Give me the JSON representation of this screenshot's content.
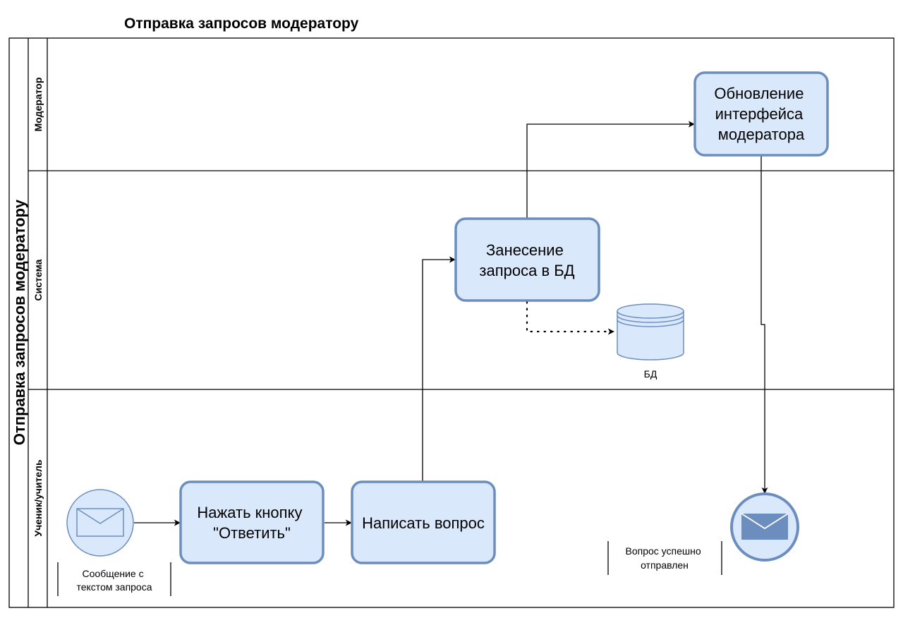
{
  "title": "Отправка запросов модератору",
  "pool": {
    "label": "Отправка запросов модератору"
  },
  "lanes": {
    "moderator": "Модератор",
    "system": "Система",
    "student": "Ученик/учитель"
  },
  "tasks": {
    "update_ui": [
      "Обновление",
      "интерфейса",
      "модератора"
    ],
    "store_request": [
      "Занесение",
      "запроса в БД"
    ],
    "press_reply": [
      "Нажать кнопку",
      "\"Ответить\""
    ],
    "write_question": [
      "Написать вопрос"
    ]
  },
  "datastore": {
    "label": "БД"
  },
  "events": {
    "start_annotation": [
      "Сообщение с",
      "текстом запроса"
    ],
    "end_annotation": [
      "Вопрос успешно",
      "отправлен"
    ]
  },
  "colors": {
    "task_fill": "#dae8fc",
    "task_stroke": "#6c8ebf",
    "line": "#000000",
    "envelope_dark": "#6c8ebf"
  }
}
